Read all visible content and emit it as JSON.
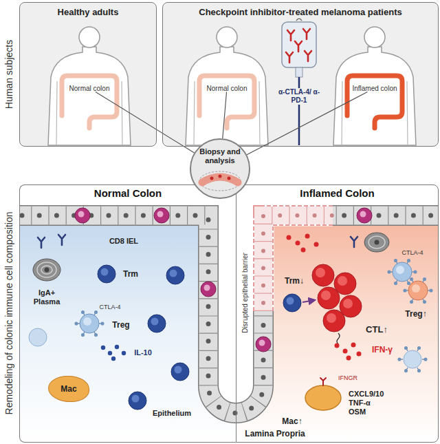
{
  "diagram": {
    "nodes": [
      {
        "text": [
          "Healthy adults"
        ]
      },
      {
        "text": [
          "Normal colon"
        ],
        "in": 0
      },
      {
        "text": [
          "Checkpoint inhibitor-treated melanoma patients"
        ]
      },
      {
        "text": [
          "Normal colon"
        ],
        "in": 2
      },
      {
        "text": [
          "Inflamed colon"
        ],
        "in": 2
      },
      {
        "text": [
          "Biopsy and analysis"
        ]
      },
      {
        "text": [
          "Normal Colon"
        ]
      },
      {
        "text": [
          "Mac"
        ],
        "in": 6
      },
      {
        "text": [
          "Inflamed Colon"
        ]
      }
    ],
    "edges": [
      {
        "from": 1,
        "to": 5,
        "arrow": "none"
      },
      {
        "from": 3,
        "to": 5,
        "arrow": "none"
      },
      {
        "from": 4,
        "to": 5,
        "arrow": "none"
      }
    ],
    "labels": [
      "Human subjects",
      "α-CTLA-4/ α-PD-1",
      "Remodeling of colonic immune cell composition",
      "CD8 IEL",
      "IgA+ Plasma",
      "Trm",
      "CTLA-4",
      "Treg",
      "IL-10",
      "Epithelium",
      "Disrupted epithelial barrier",
      "Trm↓",
      "CTL↑",
      "CTLA-4",
      "Treg↑",
      "IFN-γ",
      "IFNGR",
      "Mac↑",
      "CXCL9/10 TNF-α OSM",
      "Lamina Propria"
    ]
  }
}
